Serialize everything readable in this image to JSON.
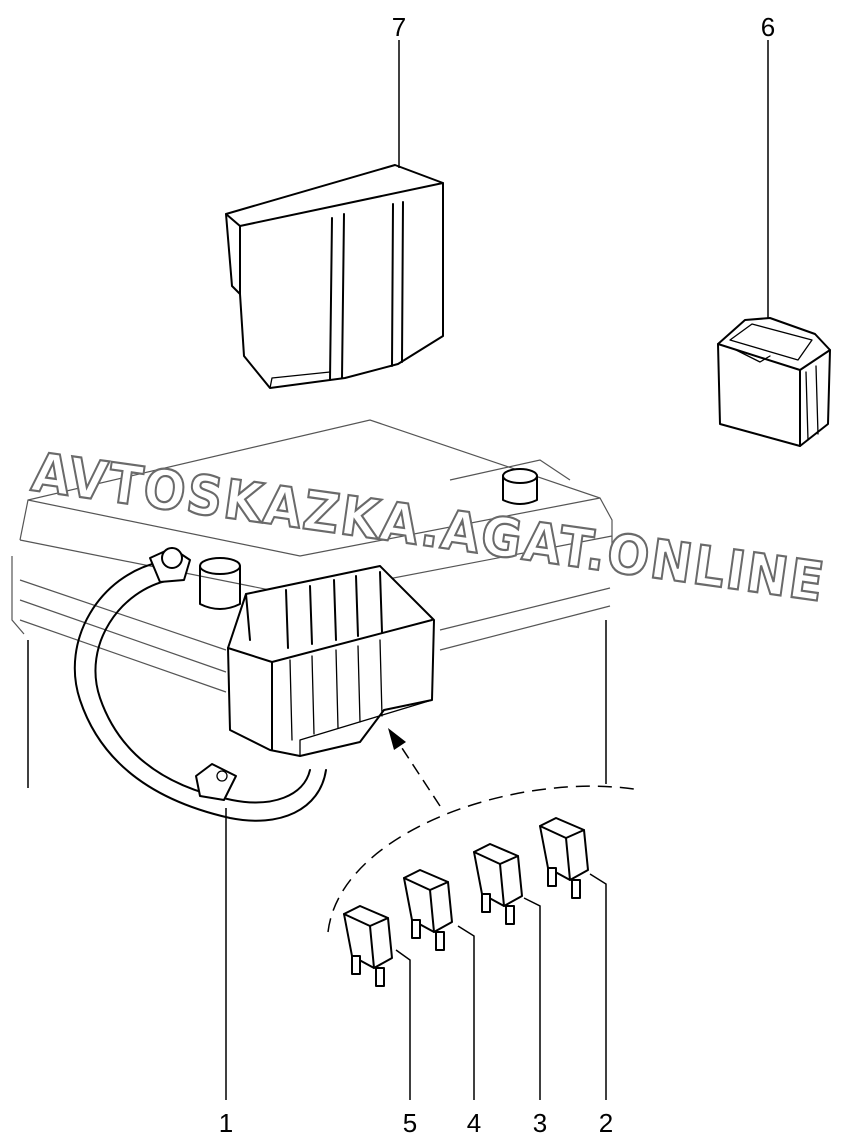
{
  "callouts": [
    {
      "id": "1",
      "label": "1"
    },
    {
      "id": "2",
      "label": "2"
    },
    {
      "id": "3",
      "label": "3"
    },
    {
      "id": "4",
      "label": "4"
    },
    {
      "id": "5",
      "label": "5"
    },
    {
      "id": "6",
      "label": "6"
    },
    {
      "id": "7",
      "label": "7"
    }
  ],
  "watermark": "AVTOSKAZKA.AGAT.ONLINE",
  "colors": {
    "line": "#000000",
    "background": "#ffffff",
    "watermark_outline": "#6a6a6a"
  }
}
